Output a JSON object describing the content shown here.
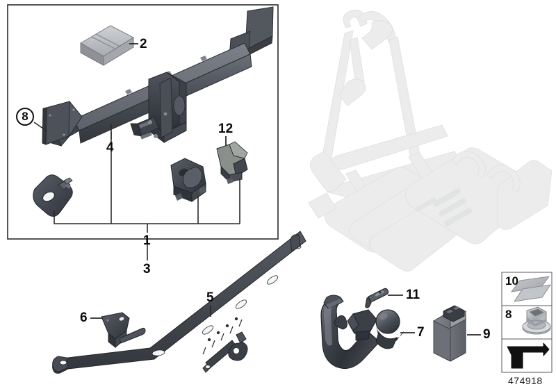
{
  "diagram": {
    "drawing_number": "474918",
    "background_color": "#ffffff",
    "line_color": "#1a1a1a",
    "part_dark_color": "#3f444c",
    "part_mid_color": "#5a6069",
    "part_light_color": "#b8bcc2",
    "ghost_color": "#eceded"
  },
  "callouts": {
    "item1": "1",
    "item2": "2",
    "item3": "3",
    "item4": "4",
    "item5": "5",
    "item6": "6",
    "item7": "7",
    "item8_circle": "8",
    "item8_inset": "8",
    "item9": "9",
    "item10": "10",
    "item11": "11",
    "item12": "12"
  },
  "parts": {
    "trailer_hitch_crossbar": "trailer-hitch-crossbar",
    "package_box": "package-box",
    "socket_holder": "socket-holder",
    "clamp_block": "clamp-block",
    "latch_bracket": "latch-bracket",
    "reinforcement_strip": "reinforcement-strip",
    "small_bracket": "small-bracket",
    "tow_ball": "detachable-tow-ball",
    "key": "lock-key",
    "control_module": "control-module",
    "shim_plates": "shim-plates",
    "nut_assembly": "nut-assembly",
    "arrow_symbol": "direction-arrow-symbol"
  },
  "insets": {
    "box10_label": "10",
    "box8_label": "8"
  }
}
